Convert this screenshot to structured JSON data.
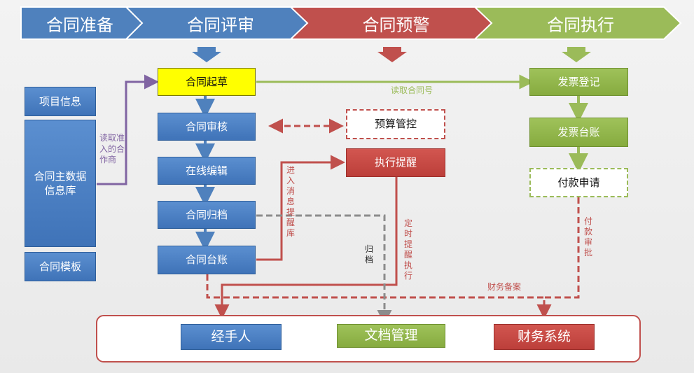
{
  "phases": [
    "合同准备",
    "合同评审",
    "合同预警",
    "合同执行"
  ],
  "left_boxes": {
    "project_info": "项目信息",
    "master_data": "合同主数据信息库",
    "template": "合同模板"
  },
  "center_boxes": {
    "draft": "合同起草",
    "review": "合同审核",
    "edit": "在线编辑",
    "archive": "合同归档",
    "ledger": "合同台账"
  },
  "warning_boxes": {
    "budget": "预算管控",
    "reminder": "执行提醒"
  },
  "exec_boxes": {
    "invoice_reg": "发票登记",
    "invoice_ledger": "发票台账",
    "payment_req": "付款申请"
  },
  "bottom_boxes": {
    "handler": "经手人",
    "doc_mgmt": "文档管理",
    "finance": "财务系统"
  },
  "labels": {
    "read_template": "读取准入的合作商",
    "read_contract_no": "读取合同号",
    "enter_msg": "进入消息提醒库",
    "archive": "归档",
    "scheduled": "定时提醒执行",
    "payment_approval": "付款审批",
    "finance_filing": "财务备案"
  },
  "colors": {
    "blue": "#4f81bd",
    "red": "#c0504d",
    "green": "#9bbb59",
    "purple": "#8064a2",
    "gray": "#8c8c8c",
    "yellow": "#ffff00"
  }
}
